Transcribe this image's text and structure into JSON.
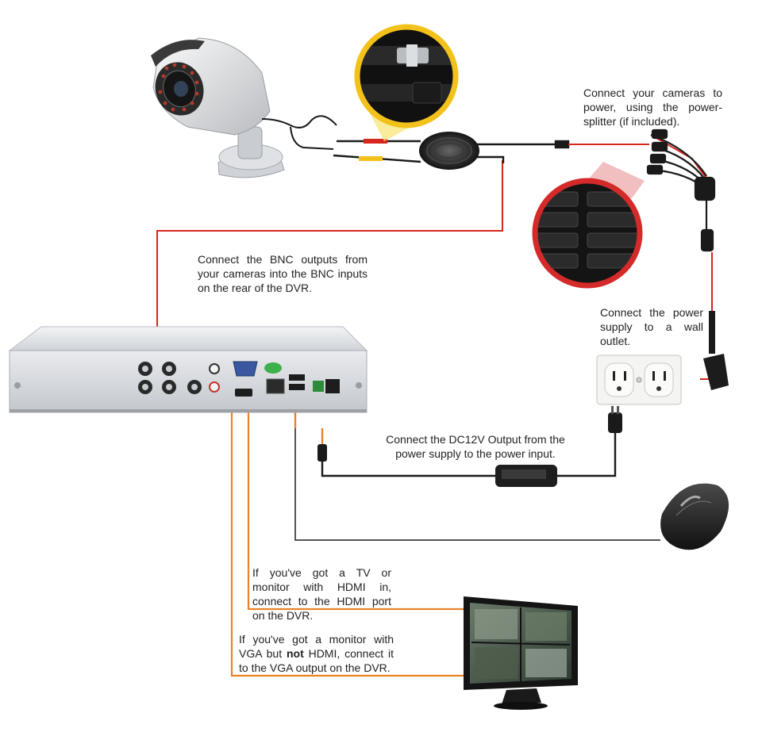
{
  "labels": {
    "camera_power": "Connect your cameras to power, using the power-splitter (if included).",
    "bnc": "Connect the BNC outputs from your cameras into the BNC inputs on the rear of the DVR.",
    "wall_outlet": "Connect the power supply to a wall outlet.",
    "dc12v": "Connect the DC12V Output from the power supply to the power input.",
    "hdmi": "If you've got a TV or monitor with HDMI in, connect to the HDMI port on the DVR.",
    "vga_before": "If you've got a monitor with VGA but ",
    "vga_bold": "not",
    "vga_after": " HDMI, connect it to the VGA output on the DVR."
  },
  "colors": {
    "video_line": "#d7261e",
    "display_line": "#e8832a",
    "cable": "#1a1a1a",
    "mouse_line": "#555555",
    "highlight_ring": "#f2c21a",
    "zoom_ring": "#d42a2a",
    "dvr_body": "#e4e6e9"
  }
}
